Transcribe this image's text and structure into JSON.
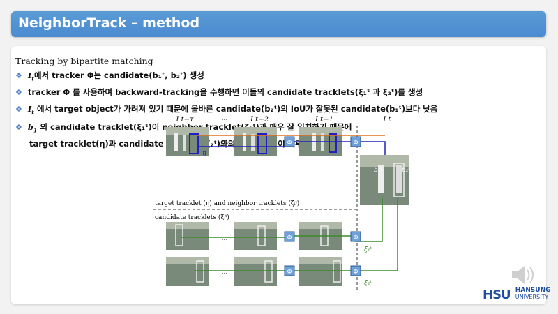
{
  "header": {
    "title": "NeighborTrack – method"
  },
  "main": {
    "subtitle": "Tracking by bipartite matching",
    "bullets": [
      {
        "pre": "",
        "math": "I",
        "sub": "t",
        "text": "에서 tracker Φ는 candidate(b₁ᵗ, b₂ᵗ) 생성"
      },
      {
        "pre": "",
        "math": "",
        "sub": "",
        "text": "tracker Φ 를 사용하여 backward-tracking을 수행하면 이들의 candidate tracklets(ξ₁ᵗ 과 ξ₂ᵗ)를 생성"
      },
      {
        "pre": "",
        "math": "I",
        "sub": "t",
        "text": " 에서 target object가 가려져 있기 때문에 올바른 candidate(b₂ᵗ)의 IoU가 잘못된 candidate(b₁ᵗ)보다 낮음"
      },
      {
        "pre": "",
        "math": "b",
        "sub": "1",
        "text": " 의 candidate tracklet(ξ₁ᵗ)이 neighbor tracklet(ζ₁ᵗ)과 매우 잘 일치하기 때문에"
      }
    ],
    "continuation": "target tracklet(η)과 candidate tracklet(ξ₂ᵗ)와의 올바른 매칭이 이루어짐"
  },
  "figure": {
    "col_labels": [
      "I t−τ",
      "…",
      "I t−2",
      "I t−1",
      "I t"
    ],
    "target_caption": "target tracklet (η) and neighbor tracklets (ζᵢᵗ)",
    "candidate_caption": "candidate tracklets (ξᵢᵗ)",
    "phi": "Φ",
    "ellipsis": "…",
    "eta": "η",
    "xi1": "ξ₁ᵗ",
    "xi2": "ξ₂ᵗ",
    "b1": "b₁ᵗ",
    "b2": "b₂ᵗ"
  },
  "logo": {
    "abbr": "HSU",
    "line1": "HANSUNG",
    "line2": "UNIVERSITY"
  },
  "colors": {
    "header": "#4a8ad0",
    "bullet": "#4a7cc0",
    "orange": "#e07020",
    "green": "#3a8a2a",
    "blue": "#2020c0"
  }
}
